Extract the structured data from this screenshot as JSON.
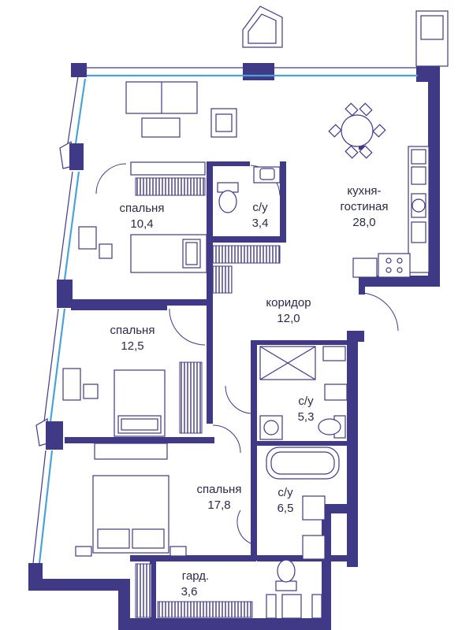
{
  "rooms": {
    "bedroom_1": {
      "name": "спальня",
      "area": "10,4"
    },
    "bathroom_1": {
      "name": "с/у",
      "area": "3,4"
    },
    "kitchen": {
      "name_line1": "кухня-",
      "name_line2": "гостиная",
      "area": "28,0"
    },
    "corridor": {
      "name": "коридор",
      "area": "12,0"
    },
    "bedroom_2": {
      "name": "спальня",
      "area": "12,5"
    },
    "bathroom_2": {
      "name": "с/у",
      "area": "5,3"
    },
    "bedroom_3": {
      "name": "спальня",
      "area": "17,8"
    },
    "bathroom_3": {
      "name": "с/у",
      "area": "6,5"
    },
    "wardrobe": {
      "name": "гард.",
      "area": "3,6"
    }
  },
  "colors": {
    "wall": "#403a86",
    "glass": "#4aa3d8",
    "text": "#2a2a4a"
  }
}
